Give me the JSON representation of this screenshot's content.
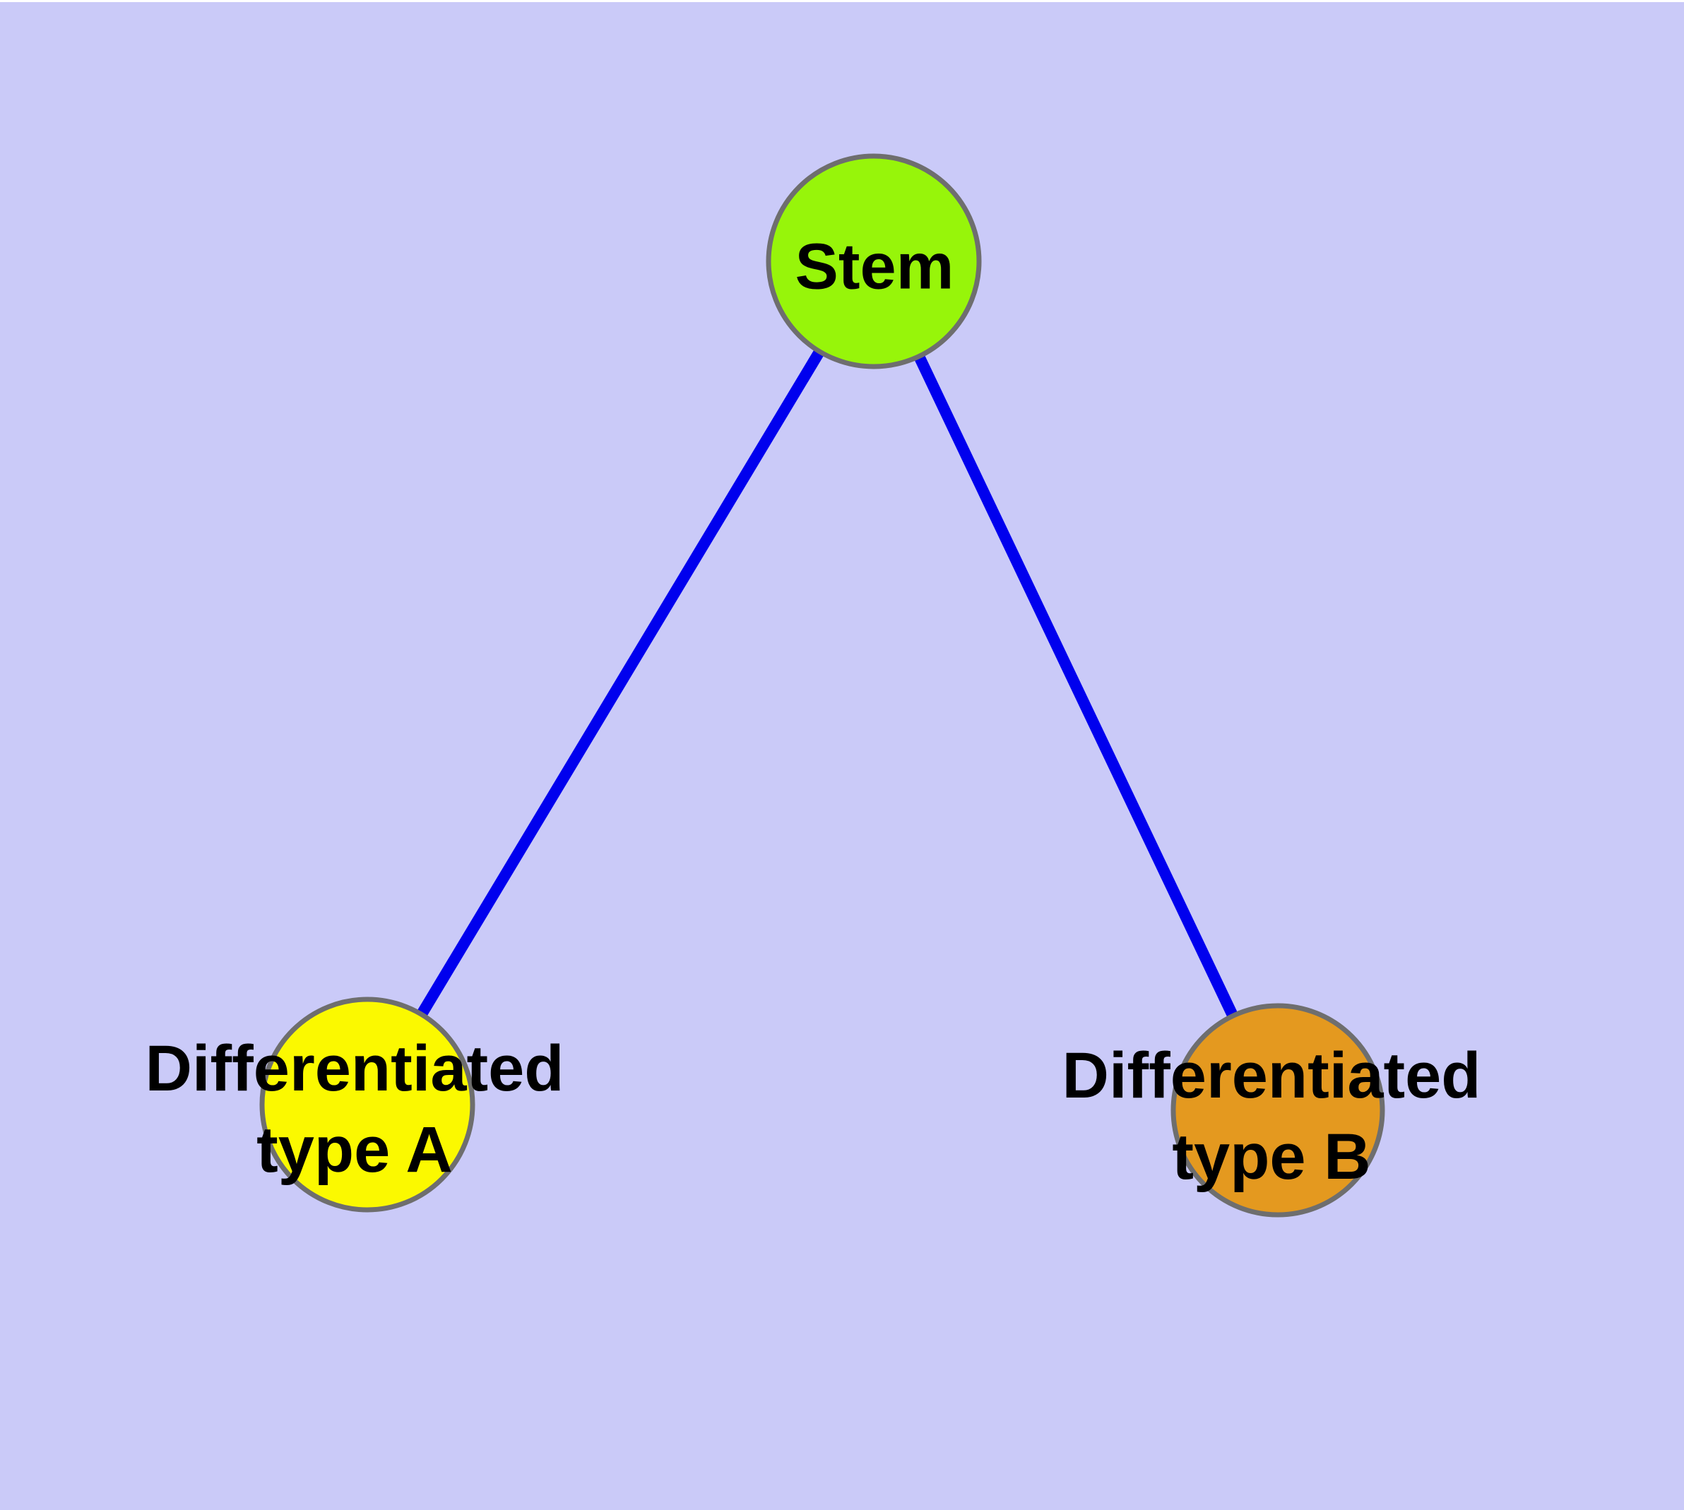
{
  "figure": {
    "background_color": "#CACAF8",
    "margin_color": "#FFFFFF",
    "edge_color": "#0000EE",
    "node_border_color": "#6E6E6E",
    "label_color": "#000000",
    "nodes": [
      {
        "id": "stem",
        "label": "Stem",
        "line1": "Stem",
        "line2": "",
        "fill_color": "#97F50A"
      },
      {
        "id": "differentiated-type-a",
        "label": "Differentiated type A",
        "line1": "Differentiated",
        "line2": "type A",
        "fill_color": "#FBF900"
      },
      {
        "id": "differentiated-type-b",
        "label": "Differentiated type B",
        "line1": "Differentiated",
        "line2": "type B",
        "fill_color": "#E4991F"
      }
    ],
    "edges": [
      {
        "from": "Stem",
        "to": "Differentiated type A"
      },
      {
        "from": "Stem",
        "to": "Differentiated type B"
      }
    ]
  }
}
